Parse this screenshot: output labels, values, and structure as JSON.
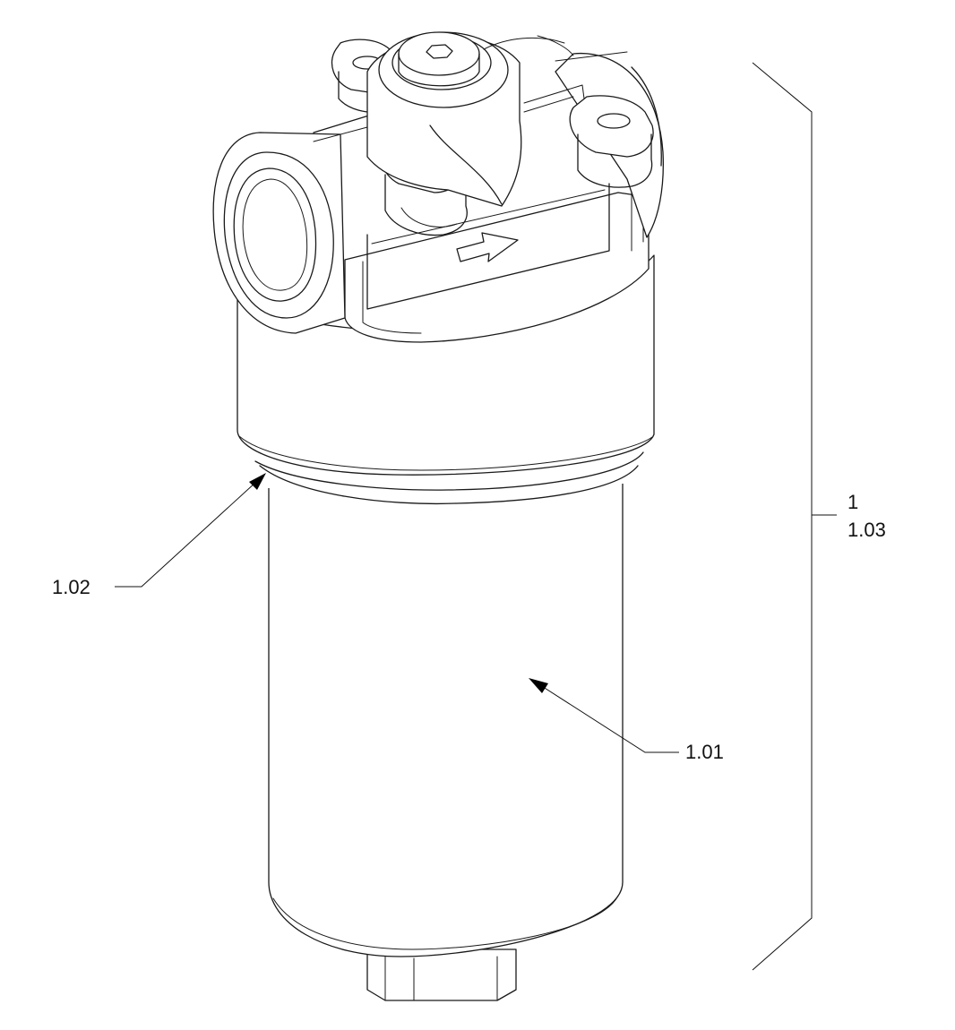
{
  "callouts": {
    "element": "1.01",
    "seal": "1.02",
    "assembly": "1",
    "assembly_sub": "1.03"
  },
  "colors": {
    "line": "#1a1a1a",
    "background": "#ffffff"
  },
  "icons": {
    "flow_direction": "flow-arrow-icon",
    "bolt_head": "hex-socket-icon"
  }
}
